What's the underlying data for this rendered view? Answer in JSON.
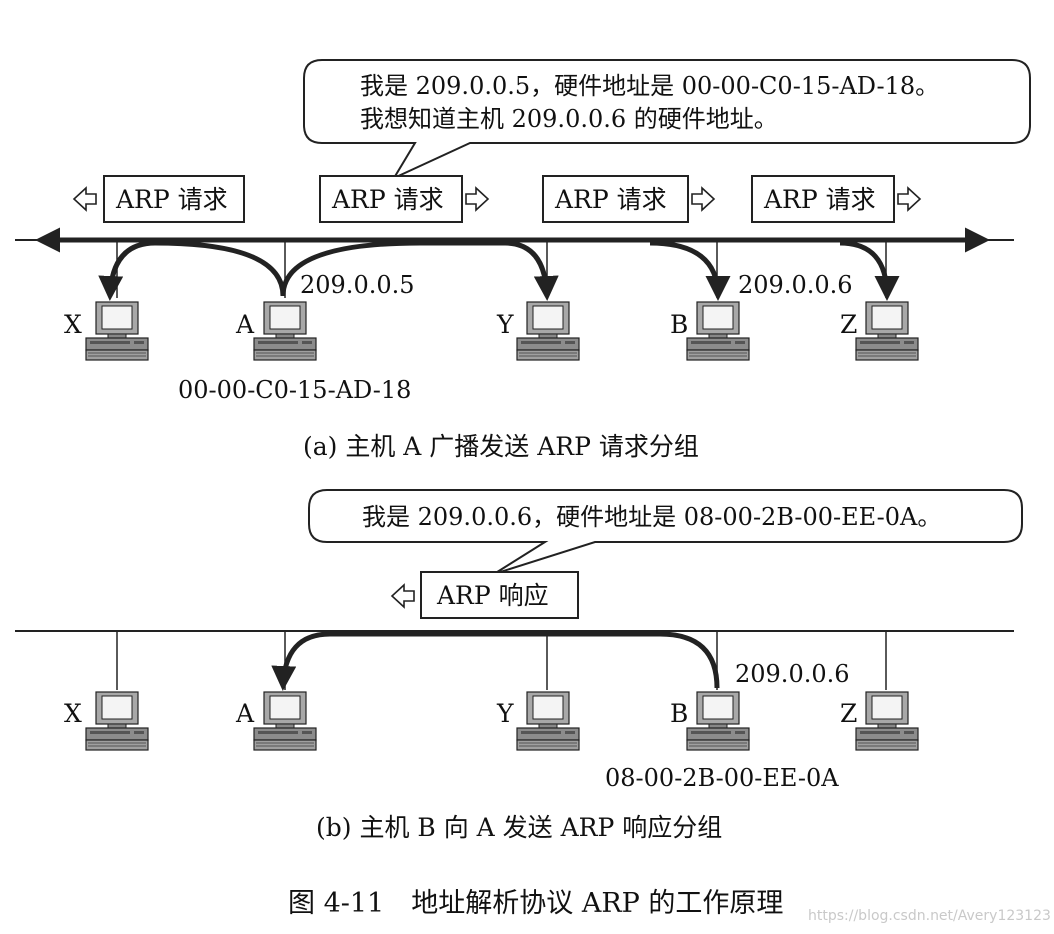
{
  "top": {
    "bubble": {
      "line1": "我是 209.0.0.5，硬件地址是 00-00-C0-15-AD-18。",
      "line2": "我想知道主机 209.0.0.6 的硬件地址。"
    },
    "packets": [
      "ARP 请求",
      "ARP 请求",
      "ARP 请求",
      "ARP 请求"
    ],
    "hosts": [
      "X",
      "A",
      "Y",
      "B",
      "Z"
    ],
    "ip_a": "209.0.0.5",
    "ip_b": "209.0.0.6",
    "mac_a": "00-00-C0-15-AD-18",
    "caption": "(a) 主机 A 广播发送 ARP 请求分组"
  },
  "bottom": {
    "bubble": {
      "line1": "我是 209.0.0.6，硬件地址是 08-00-2B-00-EE-0A。"
    },
    "packet": "ARP 响应",
    "hosts": [
      "X",
      "A",
      "Y",
      "B",
      "Z"
    ],
    "ip_b": "209.0.0.6",
    "mac_b": "08-00-2B-00-EE-0A",
    "caption": "(b) 主机 B 向 A 发送 ARP 响应分组"
  },
  "figure_caption": "图 4-11　地址解析协议 ARP 的工作原理",
  "watermark": "https://blog.csdn.net/Avery123123"
}
